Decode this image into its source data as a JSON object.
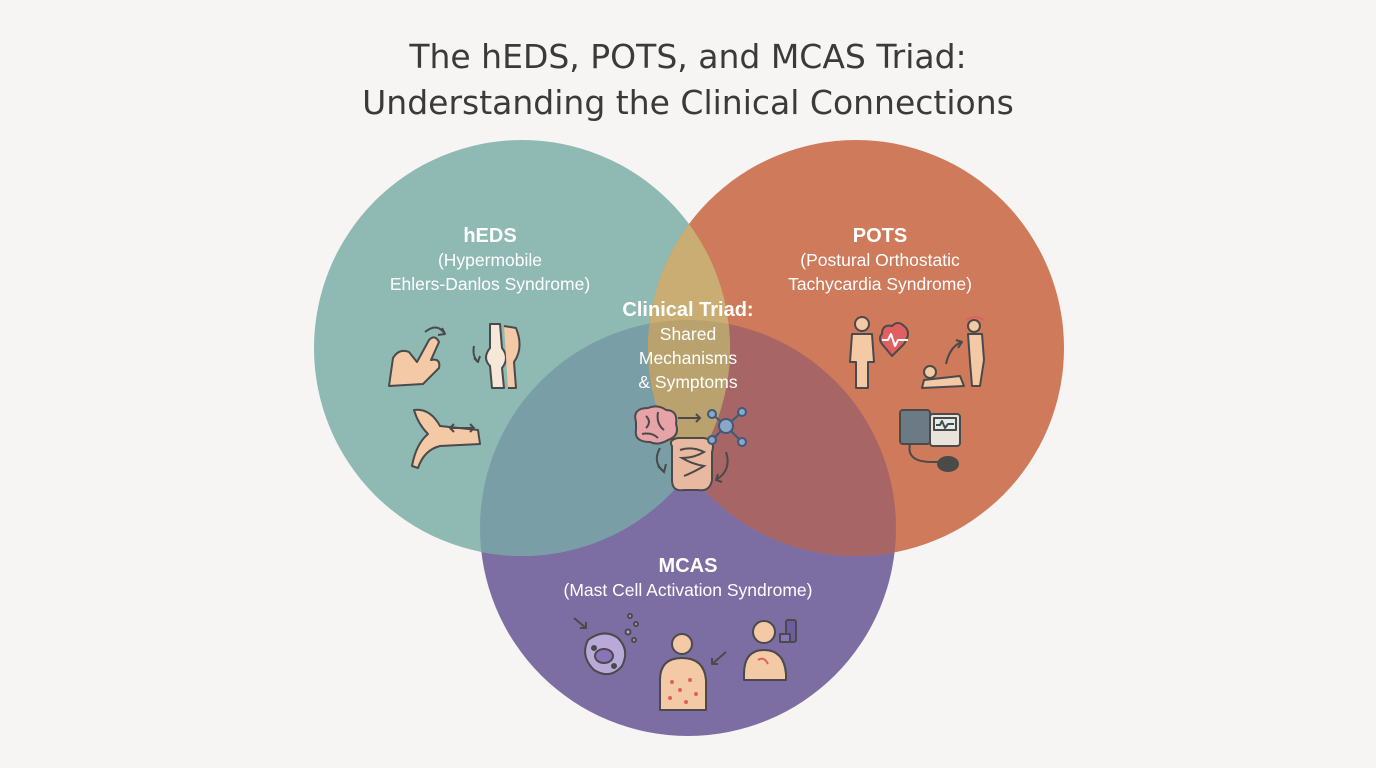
{
  "title": {
    "line1": "The hEDS, POTS, and MCAS Triad:",
    "line2": "Understanding the Clinical Connections"
  },
  "sets": {
    "heds": {
      "name": "hEDS",
      "desc_line1": "(Hypermobile",
      "desc_line2": "Ehlers-Danlos Syndrome)",
      "color": "#8fb9b3",
      "icons": [
        "finger-hyperextension-icon",
        "knee-joint-icon",
        "elbow-hyperextension-icon"
      ]
    },
    "pots": {
      "name": "POTS",
      "desc_line1": "(Postural Orthostatic",
      "desc_line2": "Tachycardia Syndrome)",
      "color": "#cf7a5a",
      "icons": [
        "person-heart-rate-icon",
        "lying-to-standing-dizziness-icon",
        "blood-pressure-monitor-icon"
      ]
    },
    "mcas": {
      "name": "MCAS",
      "desc_line1": "(Mast Cell Activation Syndrome)",
      "color": "#7c6ea3",
      "icons": [
        "mast-cell-degranulation-icon",
        "skin-rash-icon",
        "wheezing-inhaler-icon"
      ]
    },
    "overlap": {
      "name": "Clinical Triad:",
      "desc_line1": "Shared",
      "desc_line2": "Mechanisms",
      "desc_line3": "& Symptoms",
      "color": "#c4aa6e",
      "icons": [
        "brain-icon",
        "gut-icon",
        "immune-network-icon"
      ]
    }
  }
}
